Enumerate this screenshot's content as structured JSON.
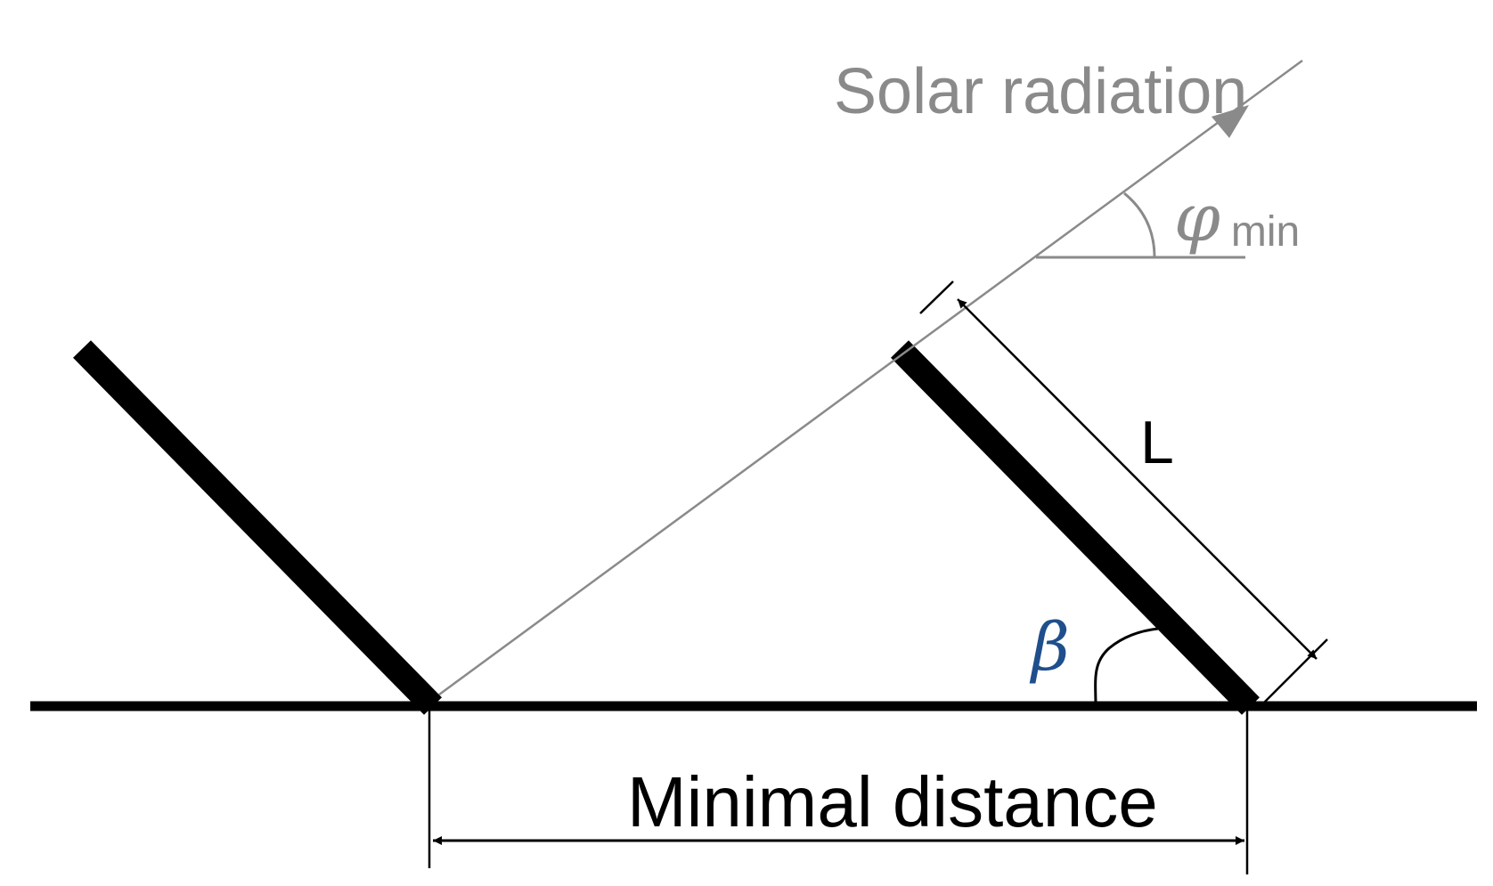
{
  "labels": {
    "solar_radiation": "Solar radiation",
    "phi_symbol": "φ",
    "phi_subscript": "min",
    "panel_length": "L",
    "tilt_angle": "β",
    "minimal_distance": "Minimal distance"
  },
  "colors": {
    "panel": "#000000",
    "ground": "#000000",
    "dimension": "#000000",
    "sun_ray": "#8a8a8a",
    "tilt_arc": "#000000",
    "phi_text": "#8a8a8a",
    "beta_text": "#1f4e8c"
  }
}
